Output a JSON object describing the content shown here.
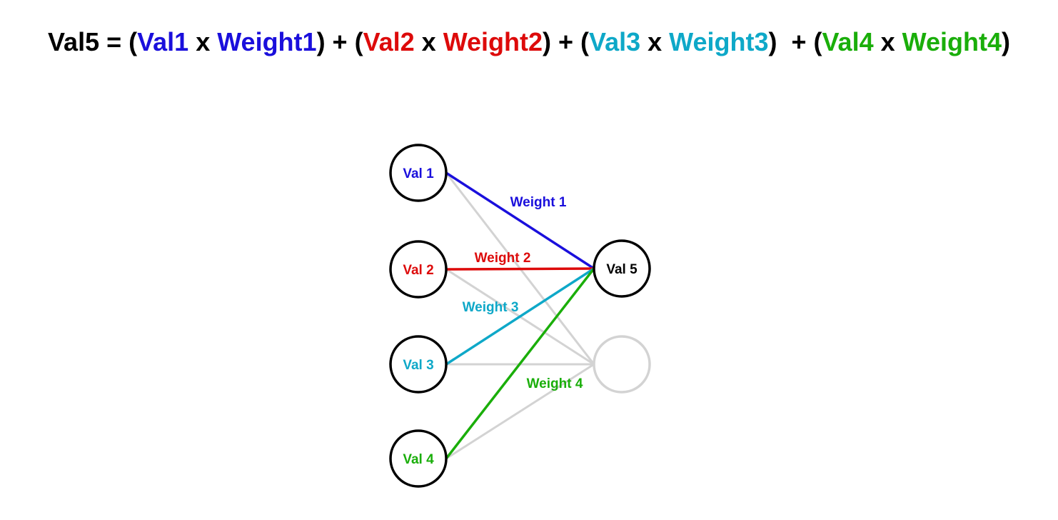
{
  "colors": {
    "black": "#000000",
    "blue": "#1a0fdc",
    "red": "#dd0a0a",
    "cyan": "#0ea8c8",
    "green": "#1aae0a",
    "gray": "#d3d3d3"
  },
  "title": {
    "segments": [
      {
        "text": "Val5 = (",
        "color": "#000000"
      },
      {
        "text": "Val1",
        "color": "#1a0fdc"
      },
      {
        "text": " x ",
        "color": "#000000"
      },
      {
        "text": "Weight1",
        "color": "#1a0fdc"
      },
      {
        "text": ") + (",
        "color": "#000000"
      },
      {
        "text": "Val2",
        "color": "#dd0a0a"
      },
      {
        "text": " x ",
        "color": "#000000"
      },
      {
        "text": "Weight2",
        "color": "#dd0a0a"
      },
      {
        "text": ") + (",
        "color": "#000000"
      },
      {
        "text": "Val3",
        "color": "#0ea8c8"
      },
      {
        "text": " x ",
        "color": "#000000"
      },
      {
        "text": "Weight3",
        "color": "#0ea8c8"
      },
      {
        "text": ")  + (",
        "color": "#000000"
      },
      {
        "text": "Val4",
        "color": "#1aae0a"
      },
      {
        "text": " x ",
        "color": "#000000"
      },
      {
        "text": "Weight4",
        "color": "#1aae0a"
      },
      {
        "text": ")",
        "color": "#000000"
      }
    ]
  },
  "inputs": [
    {
      "label": "Val 1",
      "color": "#1a0fdc"
    },
    {
      "label": "Val 2",
      "color": "#dd0a0a"
    },
    {
      "label": "Val 3",
      "color": "#0ea8c8"
    },
    {
      "label": "Val 4",
      "color": "#1aae0a"
    }
  ],
  "outputs": [
    {
      "label": "Val 5",
      "active": true
    },
    {
      "label": "",
      "active": false
    }
  ],
  "weights": [
    {
      "label": "Weight 1",
      "color": "#1a0fdc"
    },
    {
      "label": "Weight 2",
      "color": "#dd0a0a"
    },
    {
      "label": "Weight 3",
      "color": "#0ea8c8"
    },
    {
      "label": "Weight 4",
      "color": "#1aae0a"
    }
  ]
}
